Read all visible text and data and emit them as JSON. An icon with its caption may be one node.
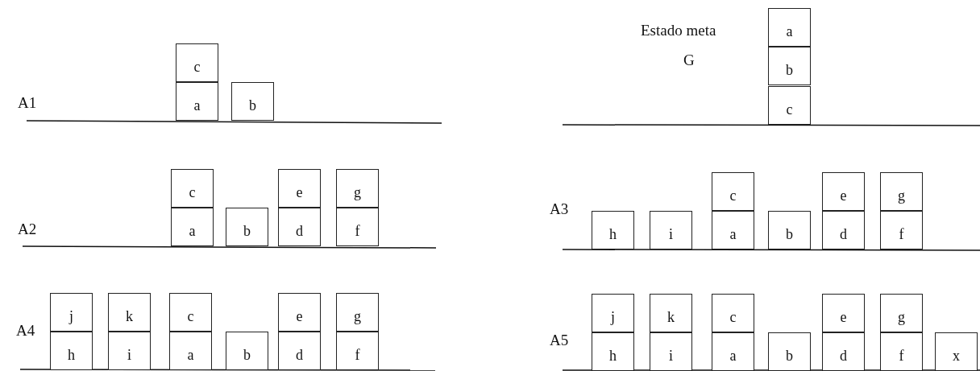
{
  "diagram": {
    "nodes": [
      {
        "text": [
          "c"
        ]
      },
      {
        "text": [
          "a"
        ]
      },
      {
        "text": [
          "b"
        ]
      },
      {
        "text": [
          "a"
        ]
      },
      {
        "text": [
          "b"
        ]
      },
      {
        "text": [
          "c"
        ]
      },
      {
        "text": [
          "c"
        ]
      },
      {
        "text": [
          "a"
        ]
      },
      {
        "text": [
          "b"
        ]
      },
      {
        "text": [
          "e"
        ]
      },
      {
        "text": [
          "d"
        ]
      },
      {
        "text": [
          "g"
        ]
      },
      {
        "text": [
          "f"
        ]
      },
      {
        "text": [
          "h"
        ]
      },
      {
        "text": [
          "i"
        ]
      },
      {
        "text": [
          "c"
        ]
      },
      {
        "text": [
          "a"
        ]
      },
      {
        "text": [
          "b"
        ]
      },
      {
        "text": [
          "e"
        ]
      },
      {
        "text": [
          "d"
        ]
      },
      {
        "text": [
          "g"
        ]
      },
      {
        "text": [
          "f"
        ]
      },
      {
        "text": [
          "j"
        ]
      },
      {
        "text": [
          "h"
        ]
      },
      {
        "text": [
          "k"
        ]
      },
      {
        "text": [
          "i"
        ]
      },
      {
        "text": [
          "c"
        ]
      },
      {
        "text": [
          "a"
        ]
      },
      {
        "text": [
          "b"
        ]
      },
      {
        "text": [
          "e"
        ]
      },
      {
        "text": [
          "d"
        ]
      },
      {
        "text": [
          "g"
        ]
      },
      {
        "text": [
          "f"
        ]
      },
      {
        "text": [
          "j"
        ]
      },
      {
        "text": [
          "h"
        ]
      },
      {
        "text": [
          "k"
        ]
      },
      {
        "text": [
          "i"
        ]
      },
      {
        "text": [
          "c"
        ]
      },
      {
        "text": [
          "a"
        ]
      },
      {
        "text": [
          "b"
        ]
      },
      {
        "text": [
          "e"
        ]
      },
      {
        "text": [
          "d"
        ]
      },
      {
        "text": [
          "g"
        ]
      },
      {
        "text": [
          "f"
        ]
      },
      {
        "text": [
          "x"
        ]
      }
    ],
    "labels": [
      "A1",
      "Estado meta",
      "G",
      "A2",
      "A3",
      "A4",
      "A5"
    ]
  }
}
